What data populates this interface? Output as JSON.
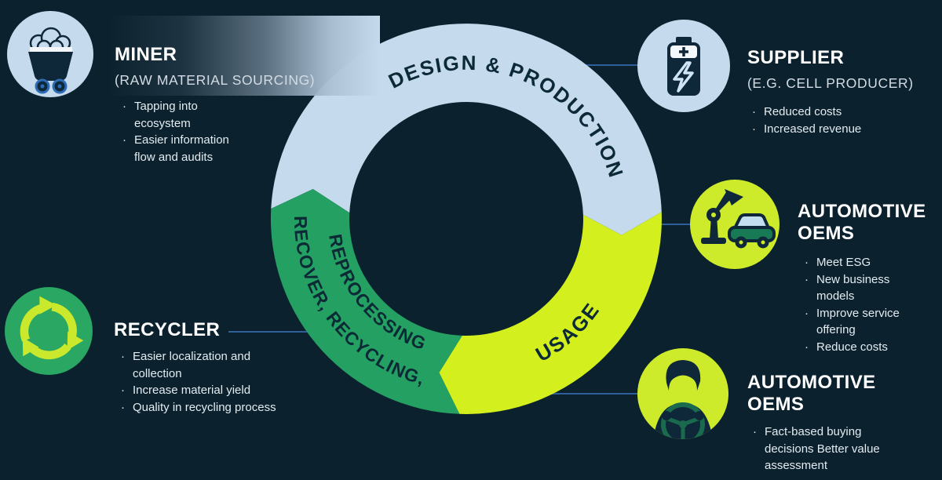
{
  "ui": {
    "bullet_char": "·"
  },
  "colors": {
    "background": "#0b222e",
    "ring_blue": "#c6daee",
    "ring_yellow": "#d3ef1d",
    "ring_green": "#24a062",
    "ring_text": "#0c2936",
    "connector": "#2e5f9c",
    "title_text": "#ffffff",
    "subtitle_text": "#d3dce4",
    "bullet_text": "#e4ebf1",
    "icon_navy": "#0e2839",
    "circle_blue": "#c6daee",
    "circle_yellowgreen": "#cdea2b",
    "circle_green": "#2aa763",
    "recycle_symbol": "#cbe92c",
    "car_green": "#177a55",
    "window_blue": "#c3ddf1",
    "wheel_hub_blue": "#2d6cb5",
    "steering_green": "#1a6b4e",
    "bolt_blue": "#cfe4f7",
    "battery_top_white": "#f4f8fc"
  },
  "ring": {
    "design": {
      "label": "DESIGN & PRODUCTION",
      "color": "#c6daee"
    },
    "usage": {
      "label": "USAGE",
      "color": "#d3ef1d"
    },
    "recover": {
      "label_line1": "RECOVER, RECYCLING,",
      "label_line2": "REPROCESSING",
      "color": "#24a062"
    }
  },
  "stakeholders": {
    "miner": {
      "title": "MINER",
      "subtitle": "(RAW MATERIAL SOURCING)",
      "icon": "mine-cart-icon",
      "bullets": [
        "Tapping into ecosystem",
        "Easier information flow and audits"
      ]
    },
    "supplier": {
      "title": "SUPPLIER",
      "subtitle": "(E.G. CELL PRODUCER)",
      "icon": "battery-icon",
      "bullets": [
        "Reduced costs",
        "Increased revenue"
      ]
    },
    "oem_production": {
      "title": "AUTOMOTIVE OEMS",
      "icon": "robot-arm-car-icon",
      "bullets": [
        "Meet ESG",
        "New business models",
        "Improve service offering",
        "Reduce costs"
      ]
    },
    "oem_usage": {
      "title": "AUTOMOTIVE OEMS",
      "icon": "driver-icon",
      "bullets": [
        "Fact-based buying decisions Better value assessment"
      ]
    },
    "recycler": {
      "title": "RECYCLER",
      "icon": "recycle-icon",
      "bullets": [
        "Easier localization and collection",
        "Increase material yield",
        "Quality in recycling process"
      ]
    }
  }
}
